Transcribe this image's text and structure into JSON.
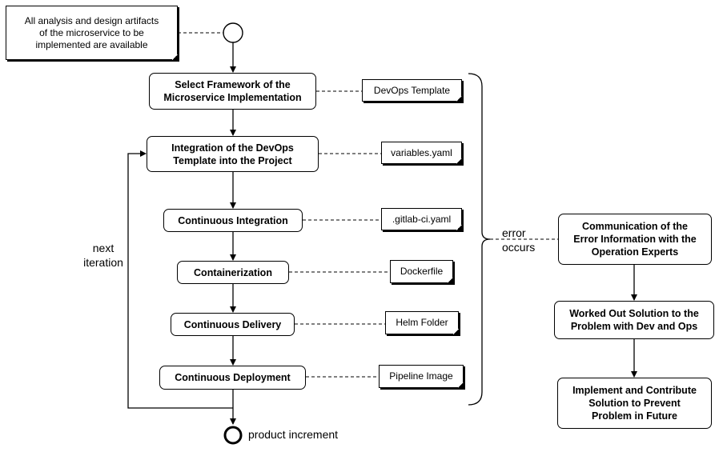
{
  "precondition_note": "All analysis and design artifacts\nof the microservice to be\nimplemented are available",
  "steps": [
    {
      "label": "Select Framework of the\nMicroservice Implementation",
      "artifact": "DevOps Template"
    },
    {
      "label": "Integration of the DevOps\nTemplate into the Project",
      "artifact": "variables.yaml"
    },
    {
      "label": "Continuous Integration",
      "artifact": ".gitlab-ci.yaml"
    },
    {
      "label": "Containerization",
      "artifact": "Dockerfile"
    },
    {
      "label": "Continuous Delivery",
      "artifact": "Helm Folder"
    },
    {
      "label": "Continuous Deployment",
      "artifact": "Pipeline Image"
    }
  ],
  "loop_label": "next\niteration",
  "final_label": "product increment",
  "error_label": "error\noccurs",
  "error_steps": [
    "Communication of the\nError Information with the\nOperation Experts",
    "Worked Out Solution to the\nProblem with Dev and Ops",
    "Implement and Contribute\nSolution to Prevent\nProblem in Future"
  ]
}
